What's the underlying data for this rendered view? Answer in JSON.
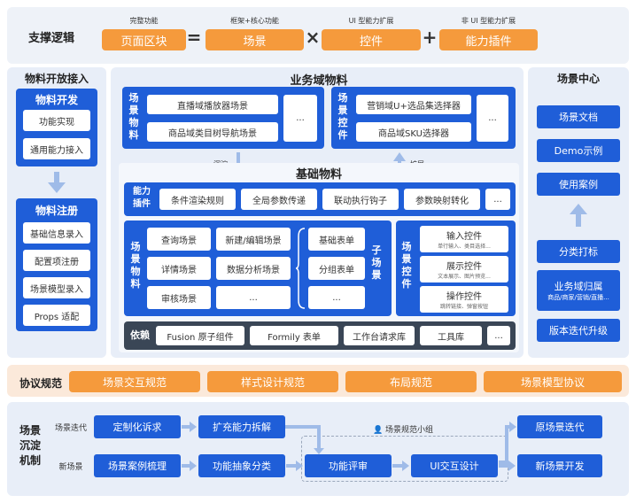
{
  "support": {
    "title": "支撑逻辑",
    "items": [
      {
        "top": "完整功能",
        "label": "页面区块"
      },
      {
        "top": "框架+核心功能",
        "label": "场景"
      },
      {
        "top": "UI 型能力扩展",
        "label": "控件"
      },
      {
        "top": "非 UI 型能力扩展",
        "label": "能力插件"
      }
    ],
    "ops": [
      "=",
      "×",
      "+"
    ]
  },
  "left": {
    "title": "物料开放接入",
    "dev": {
      "title": "物料开发",
      "items": [
        "功能实现",
        "通用能力接入"
      ]
    },
    "reg": {
      "title": "物料注册",
      "items": [
        "基础信息录入",
        "配置项注册",
        "场景模型录入",
        "Props 适配"
      ]
    }
  },
  "biz": {
    "title": "业务域物料",
    "scene": {
      "label": "场景物料",
      "items": [
        "直播域播放器场景",
        "商品域类目树导航场景"
      ],
      "more": "..."
    },
    "ctrl": {
      "label": "场景控件",
      "items": [
        "营销域U+选品集选择器",
        "商品域SKU选择器"
      ],
      "more": "..."
    },
    "sediment": "沉淀",
    "extend": "扩展"
  },
  "base": {
    "title": "基础物料",
    "plugin": {
      "label": "能力插件",
      "items": [
        "条件渲染规则",
        "全局参数传递",
        "联动执行钩子",
        "参数映射转化"
      ],
      "more": "..."
    },
    "scene": {
      "label": "场景物料",
      "col1": [
        "查询场景",
        "详情场景",
        "审核场景"
      ],
      "col2": [
        "新建/编辑场景",
        "数据分析场景",
        "..."
      ]
    },
    "sub": {
      "label": "子场景",
      "items": [
        "基础表单",
        "分组表单",
        "..."
      ]
    },
    "ctrl": {
      "label": "场景控件",
      "items": [
        {
          "name": "输入控件",
          "desc": "单行输入、类目选择..."
        },
        {
          "name": "展示控件",
          "desc": "文本展示、图片预览..."
        },
        {
          "name": "操作控件",
          "desc": "跳转链接、弹窗按钮"
        }
      ]
    },
    "deps": {
      "label": "依赖",
      "items": [
        "Fusion 原子组件",
        "Formily 表单",
        "工作台请求库",
        "工具库"
      ],
      "more": "..."
    }
  },
  "right": {
    "title": "场景中心",
    "items": [
      "场景文档",
      "Demo示例",
      "使用案例"
    ],
    "tag": "分类打标",
    "domain": {
      "title": "业务域归属",
      "desc": "商品/商家/营销/直播..."
    },
    "version": "版本迭代升级"
  },
  "protocol": {
    "title": "协议规范",
    "items": [
      "场景交互规范",
      "样式设计规范",
      "布局规范",
      "场景模型协议"
    ]
  },
  "mechanism": {
    "title": "场景沉淀机制",
    "row1label": "场景迭代",
    "row2label": "新场景",
    "row1": [
      "定制化诉求",
      "扩充能力拆解"
    ],
    "row2": [
      "场景案例梳理",
      "功能抽象分类"
    ],
    "group": "场景规范小组",
    "mid": [
      "功能评审",
      "UI交互设计"
    ],
    "out": [
      "原场景迭代",
      "新场景开发"
    ]
  },
  "colors": {
    "blue": "#1f5ed8",
    "orange": "#f59a3c",
    "panel": "#e8eef8"
  }
}
